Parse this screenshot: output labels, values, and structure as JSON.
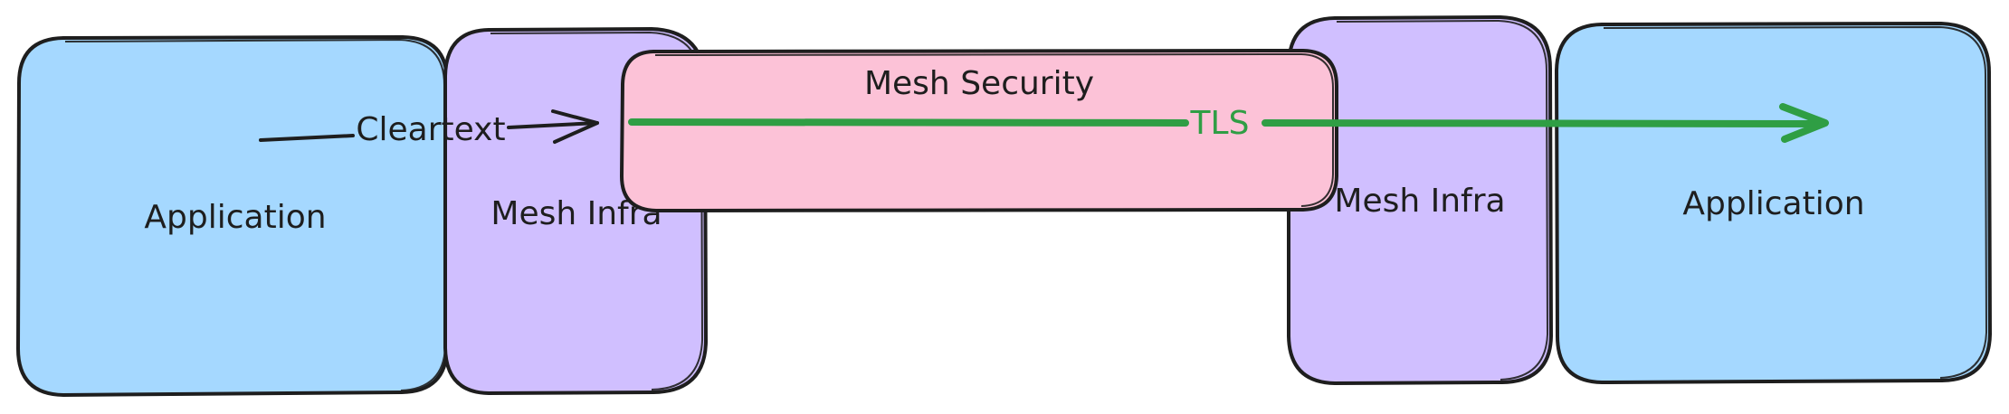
{
  "colors": {
    "app": "#a5d8ff",
    "infra": "#d0bfff",
    "security": "#fcc2d7",
    "tls": "#2f9e44",
    "stroke": "#1e1e1e"
  },
  "nodes": {
    "app_left": {
      "label": "Application"
    },
    "infra_left": {
      "label": "Mesh Infra"
    },
    "security": {
      "label": "Mesh Security"
    },
    "infra_right": {
      "label": "Mesh Infra"
    },
    "app_right": {
      "label": "Application"
    }
  },
  "edges": {
    "cleartext": {
      "label": "Cleartext"
    },
    "tls": {
      "label": "TLS"
    }
  }
}
